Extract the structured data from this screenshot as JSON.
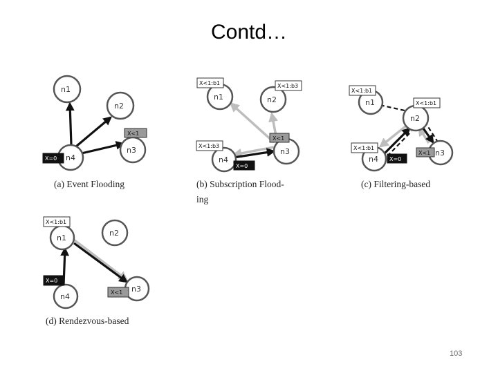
{
  "slide": {
    "title": "Contd…",
    "page_number": "103"
  },
  "panels": {
    "a": {
      "caption": "(a)  Event Flooding",
      "nodes": [
        "n1",
        "n2",
        "n3",
        "n4"
      ],
      "labels": {
        "x_lt_1": "X<1",
        "x_eq_0": "X=0"
      }
    },
    "b": {
      "caption_line1": "(b)  Subscription   Flood-",
      "caption_line2": "ing",
      "nodes": [
        "n1",
        "n2",
        "n3",
        "n4"
      ],
      "labels": {
        "x_lt_1": "X<1",
        "x_eq_0": "X=0",
        "sub_1": "X<1:b1",
        "sub_2": "X<1:b3",
        "sub_3": "X<1:b3"
      }
    },
    "c": {
      "caption": "(c)  Filtering-based",
      "nodes": [
        "n1",
        "n2",
        "n3",
        "n4"
      ],
      "labels": {
        "x_lt_1": "X<1",
        "x_eq_0": "X=0",
        "sub_1": "X<1:b1",
        "sub_2": "X<1:b1",
        "sub_3": "X<1:b1"
      }
    },
    "d": {
      "caption": "(d)  Rendezvous-based",
      "nodes": [
        "n1",
        "n2",
        "n3",
        "n4"
      ],
      "labels": {
        "x_lt_1": "X<1",
        "x_eq_0": "X=0",
        "sub_1": "X<1:b1"
      }
    }
  },
  "colors": {
    "black_arrow": "#111111",
    "gray_arrow": "#bdbdbd",
    "gray_box": "#9a9a9a"
  }
}
